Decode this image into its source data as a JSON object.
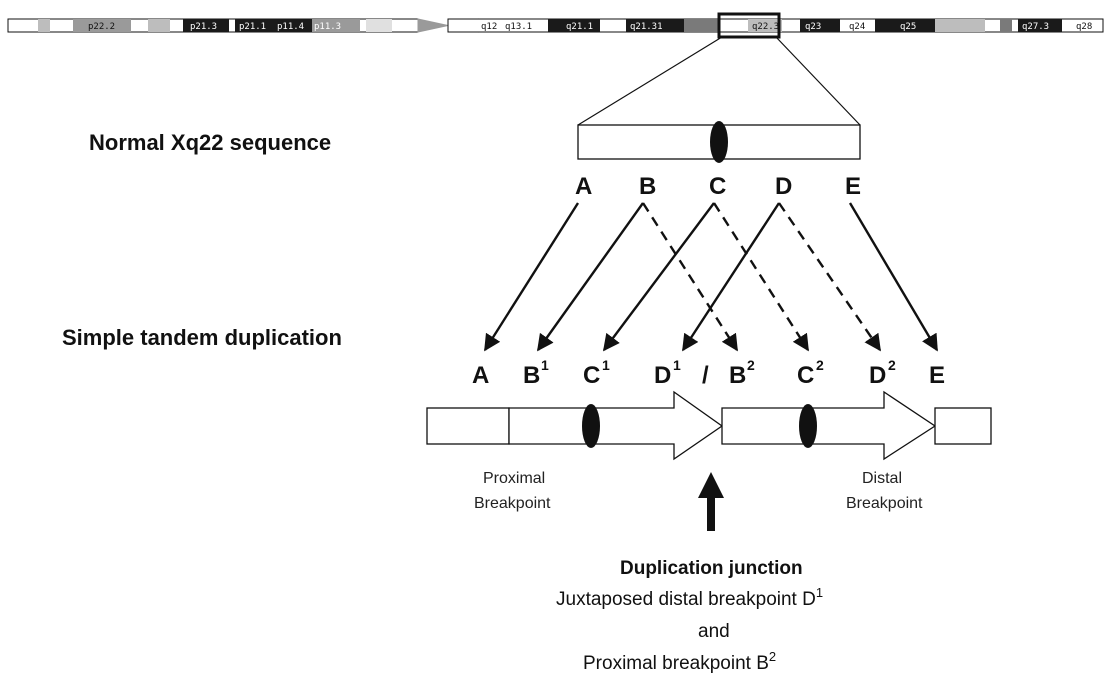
{
  "ideogram": {
    "p_bands": [
      "p22.2",
      "p21.3",
      "p21.1",
      "p11.4",
      "p11.3"
    ],
    "q_bands": [
      "q12",
      "q13.1",
      "q21.1",
      "q21.31",
      "q22.3",
      "q23",
      "q24",
      "q25",
      "q27.3",
      "q28"
    ],
    "highlighted_band": "q22"
  },
  "normal": {
    "heading": "Normal Xq22 sequence",
    "letters": [
      "A",
      "B",
      "C",
      "D",
      "E"
    ]
  },
  "duplication": {
    "heading": "Simple tandem duplication",
    "letters": [
      {
        "base": "A",
        "sup": ""
      },
      {
        "base": "B",
        "sup": "1"
      },
      {
        "base": "C",
        "sup": "1"
      },
      {
        "base": "D",
        "sup": "1"
      },
      {
        "base": "/",
        "sup": ""
      },
      {
        "base": "B",
        "sup": "2"
      },
      {
        "base": "C",
        "sup": "2"
      },
      {
        "base": "D",
        "sup": "2"
      },
      {
        "base": "E",
        "sup": ""
      }
    ]
  },
  "breakpoints": {
    "proximal": [
      "Proximal",
      "Breakpoint"
    ],
    "distal": [
      "Distal",
      "Breakpoint"
    ]
  },
  "junction": {
    "title": "Duplication junction",
    "line1": "Juxtaposed distal breakpoint D",
    "line1_sup": "1",
    "line2": "and",
    "line3": "Proximal breakpoint B",
    "line3_sup": "2"
  },
  "colors": {
    "ink": "#111111",
    "band_dark": "#1a1a1a",
    "band_mid": "#7a7a7a",
    "band_light": "#bdbdbd"
  }
}
